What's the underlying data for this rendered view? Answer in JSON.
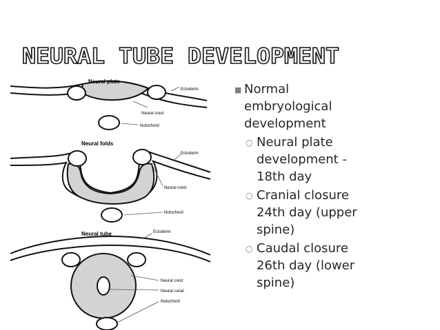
{
  "slide": {
    "title": "NEURAL TUBE DEVELOPMENT",
    "bullet_main": "Normal embryological development",
    "sub_bullets": [
      "Neural plate development - 18th day",
      "Cranial closure 24th day (upper spine)",
      "Caudal closure 26th day (lower spine)"
    ]
  },
  "diagram": {
    "stage1": {
      "heading": "Neural plate",
      "ectoderm": "Ectoderm",
      "neural_crest": "Neural crest",
      "notochord": "Notochord"
    },
    "stage2": {
      "heading": "Neural folds",
      "ectoderm": "Ectoderm",
      "neural_crest": "Neural crest",
      "notochord": "Notochord"
    },
    "stage3": {
      "heading": "Neural tube",
      "ectoderm": "Ectoderm",
      "neural_crest": "Neural crest",
      "neural_canal": "Neural canal",
      "notochord": "Notochord"
    }
  },
  "colors": {
    "title_fill": "#ffffff",
    "title_stroke": "#1a1a1a",
    "bullet_mark": "#7f7f7f"
  }
}
